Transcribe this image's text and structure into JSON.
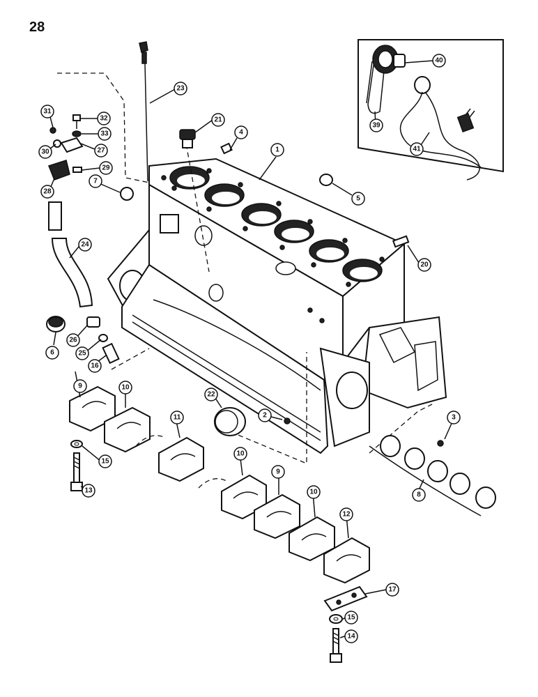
{
  "page": {
    "number": "28"
  },
  "callouts": [
    {
      "id": "c1",
      "label": "1"
    },
    {
      "id": "c2",
      "label": "2"
    },
    {
      "id": "c3",
      "label": "3"
    },
    {
      "id": "c4",
      "label": "4"
    },
    {
      "id": "c5",
      "label": "5"
    },
    {
      "id": "c6",
      "label": "6"
    },
    {
      "id": "c7",
      "label": "7"
    },
    {
      "id": "c8",
      "label": "8"
    },
    {
      "id": "c9a",
      "label": "9"
    },
    {
      "id": "c9b",
      "label": "9"
    },
    {
      "id": "c10a",
      "label": "10"
    },
    {
      "id": "c10b",
      "label": "10"
    },
    {
      "id": "c10c",
      "label": "10"
    },
    {
      "id": "c11",
      "label": "11"
    },
    {
      "id": "c12",
      "label": "12"
    },
    {
      "id": "c13",
      "label": "13"
    },
    {
      "id": "c14",
      "label": "14"
    },
    {
      "id": "c15a",
      "label": "15"
    },
    {
      "id": "c15b",
      "label": "15"
    },
    {
      "id": "c16",
      "label": "16"
    },
    {
      "id": "c17",
      "label": "17"
    },
    {
      "id": "c20",
      "label": "20"
    },
    {
      "id": "c21",
      "label": "21"
    },
    {
      "id": "c22",
      "label": "22"
    },
    {
      "id": "c23",
      "label": "23"
    },
    {
      "id": "c24",
      "label": "24"
    },
    {
      "id": "c25",
      "label": "25"
    },
    {
      "id": "c26",
      "label": "26"
    },
    {
      "id": "c27",
      "label": "27"
    },
    {
      "id": "c28",
      "label": "28"
    },
    {
      "id": "c29",
      "label": "29"
    },
    {
      "id": "c30",
      "label": "30"
    },
    {
      "id": "c31",
      "label": "31"
    },
    {
      "id": "c32",
      "label": "32"
    },
    {
      "id": "c33",
      "label": "33"
    },
    {
      "id": "c39",
      "label": "39"
    },
    {
      "id": "c40",
      "label": "40"
    },
    {
      "id": "c41",
      "label": "41"
    }
  ]
}
